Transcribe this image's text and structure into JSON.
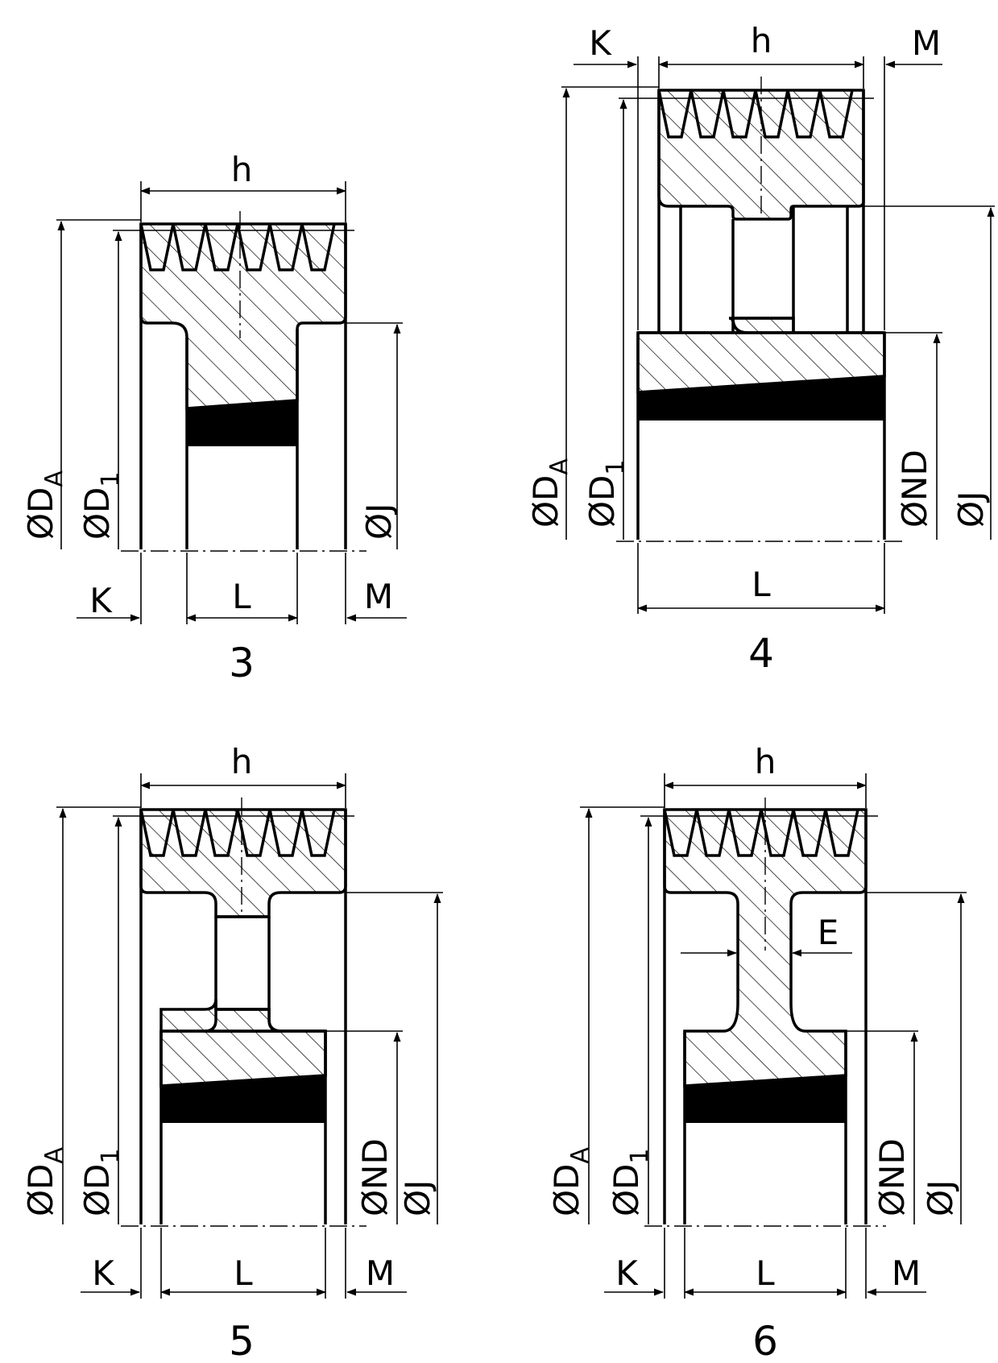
{
  "colors": {
    "line": "#000000",
    "background": "#ffffff"
  },
  "figures": [
    {
      "id": "fig3",
      "number": "3",
      "labels": {
        "h": "h",
        "dia_a": "ØD",
        "dia_a_sub": "A",
        "dia_1": "ØD",
        "dia_1_sub": "1",
        "j": "ØJ",
        "k": "K",
        "l": "L",
        "m": "M"
      }
    },
    {
      "id": "fig4",
      "number": "4",
      "labels": {
        "h": "h",
        "dia_a": "ØD",
        "dia_a_sub": "A",
        "dia_1": "ØD",
        "dia_1_sub": "1",
        "nd": "ØND",
        "j": "ØJ",
        "k": "K",
        "l": "L",
        "m": "M"
      }
    },
    {
      "id": "fig5",
      "number": "5",
      "labels": {
        "h": "h",
        "dia_a": "ØD",
        "dia_a_sub": "A",
        "dia_1": "ØD",
        "dia_1_sub": "1",
        "nd": "ØND",
        "j": "ØJ",
        "k": "K",
        "l": "L",
        "m": "M"
      }
    },
    {
      "id": "fig6",
      "number": "6",
      "labels": {
        "h": "h",
        "dia_a": "ØD",
        "dia_a_sub": "A",
        "dia_1": "ØD",
        "dia_1_sub": "1",
        "nd": "ØND",
        "j": "ØJ",
        "k": "K",
        "l": "L",
        "m": "M",
        "e": "E"
      }
    }
  ]
}
